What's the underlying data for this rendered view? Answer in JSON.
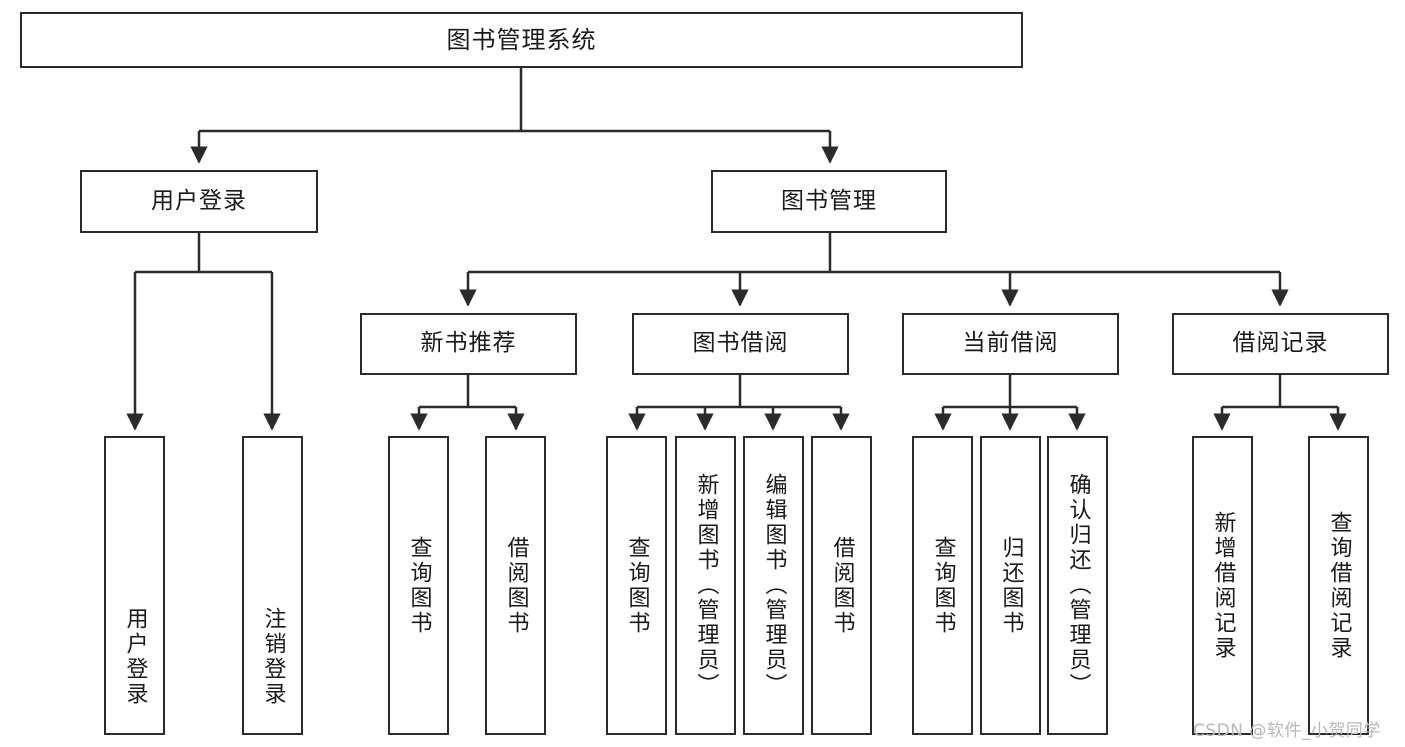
{
  "diagram": {
    "type": "tree-hierarchy",
    "title": "图书管理系统",
    "root": {
      "id": "root",
      "label": "图书管理系统",
      "level": 0
    },
    "level1": [
      {
        "id": "user-login",
        "label": "用户登录"
      },
      {
        "id": "book-manage",
        "label": "图书管理"
      }
    ],
    "level2": [
      {
        "id": "new-book-recommend",
        "label": "新书推荐",
        "parent": "book-manage"
      },
      {
        "id": "book-borrow",
        "label": "图书借阅",
        "parent": "book-manage"
      },
      {
        "id": "current-borrow",
        "label": "当前借阅",
        "parent": "book-manage"
      },
      {
        "id": "borrow-record",
        "label": "借阅记录",
        "parent": "book-manage"
      }
    ],
    "leaves": [
      {
        "id": "leaf-user-login",
        "label": "用户登录",
        "parent": "user-login"
      },
      {
        "id": "leaf-logout-login",
        "label": "注销登录",
        "parent": "user-login"
      },
      {
        "id": "leaf-query-book-1",
        "label": "查询图书",
        "parent": "new-book-recommend"
      },
      {
        "id": "leaf-borrow-book-1",
        "label": "借阅图书",
        "parent": "new-book-recommend"
      },
      {
        "id": "leaf-query-book-2",
        "label": "查询图书",
        "parent": "book-borrow"
      },
      {
        "id": "leaf-add-book",
        "label": "新增图书（管理员）",
        "parent": "book-borrow"
      },
      {
        "id": "leaf-edit-book",
        "label": "编辑图书（管理员）",
        "parent": "book-borrow"
      },
      {
        "id": "leaf-borrow-book-2",
        "label": "借阅图书",
        "parent": "book-borrow"
      },
      {
        "id": "leaf-query-book-3",
        "label": "查询图书",
        "parent": "current-borrow"
      },
      {
        "id": "leaf-return-book",
        "label": "归还图书",
        "parent": "current-borrow"
      },
      {
        "id": "leaf-confirm-return",
        "label": "确认归还（管理员）",
        "parent": "current-borrow"
      },
      {
        "id": "leaf-add-record",
        "label": "新增借阅记录",
        "parent": "borrow-record"
      },
      {
        "id": "leaf-query-record",
        "label": "查询借阅记录",
        "parent": "borrow-record"
      }
    ]
  },
  "watermark": {
    "text": "CSDN @软件_小贺同学"
  },
  "colors": {
    "stroke": "#2b2b2b",
    "background": "#ffffff",
    "text": "#1a1a1a",
    "watermark": "#b8b8b8"
  }
}
